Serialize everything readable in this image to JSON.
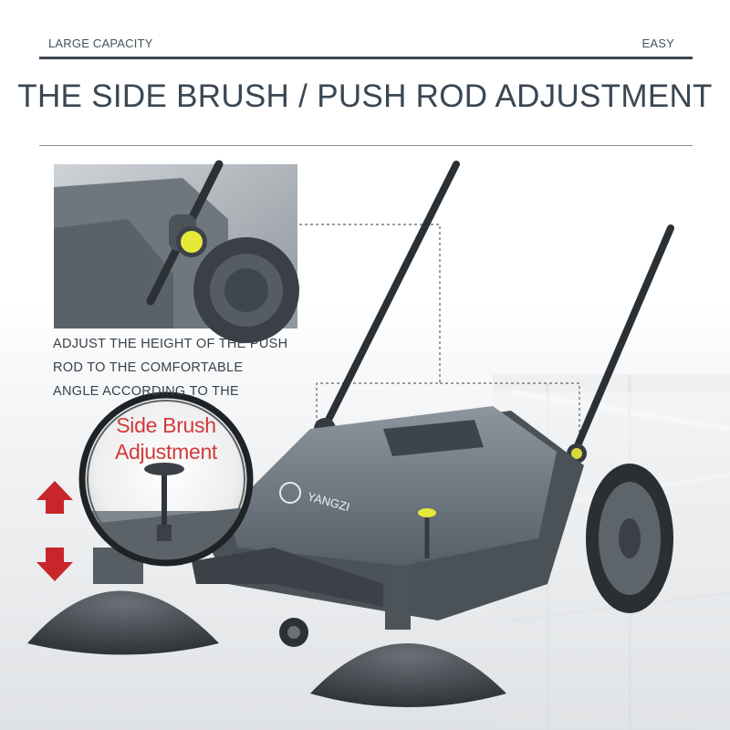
{
  "header": {
    "left_label": "LARGE CAPACITY",
    "right_label": "EASY"
  },
  "title": "THE SIDE BRUSH / PUSH ROD ADJUSTMENT",
  "caption_lines": [
    "ADJUST THE HEIGHT OF THE PUSH",
    "ROD TO THE COMFORTABLE",
    "ANGLE ACCORDING TO THE"
  ],
  "magnifier": {
    "line1": "Side Brush",
    "line2": "Adjustment"
  },
  "product": {
    "brand": "YANGZI"
  },
  "colors": {
    "title": "#3a4652",
    "magnifier_text": "#d23a3a",
    "arrow": "#c8262b",
    "knob_yellow": "#e6e93a",
    "body_grey": "#5f6870"
  },
  "icons": {
    "up_arrow": "up-arrow-icon",
    "down_arrow": "down-arrow-icon"
  }
}
